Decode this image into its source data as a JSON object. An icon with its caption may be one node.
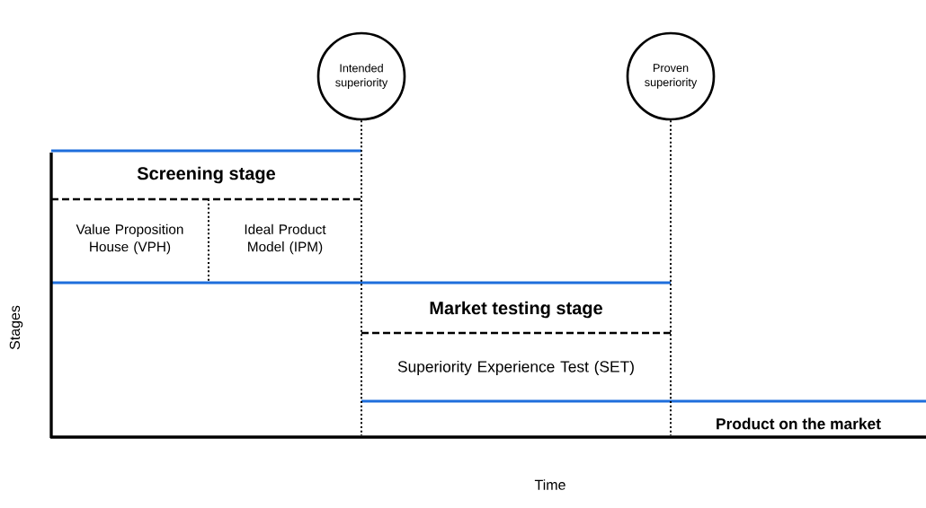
{
  "diagram": {
    "nodes": [
      {
        "text": [
          "Intended superiority"
        ]
      },
      {
        "text": [
          "Proven superiority"
        ]
      },
      {
        "text": [
          "Screening stage"
        ]
      },
      {
        "text": [
          "Value Proposition House (VPH)"
        ],
        "in": 2
      },
      {
        "text": [
          "Ideal Product Model (IPM)"
        ],
        "in": 2
      },
      {
        "text": [
          "Market testing stage",
          "Superiority Experience Test (SET)"
        ]
      },
      {
        "text": [
          "Product on the market"
        ]
      },
      {
        "text": [],
        "shape": "bar"
      }
    ],
    "edges": [
      {
        "from": 0,
        "to": 7,
        "arrow": "none",
        "style": "dashed"
      },
      {
        "from": 1,
        "to": 7,
        "arrow": "none",
        "style": "dashed"
      }
    ],
    "labels": [
      "Stages",
      "Time"
    ]
  }
}
